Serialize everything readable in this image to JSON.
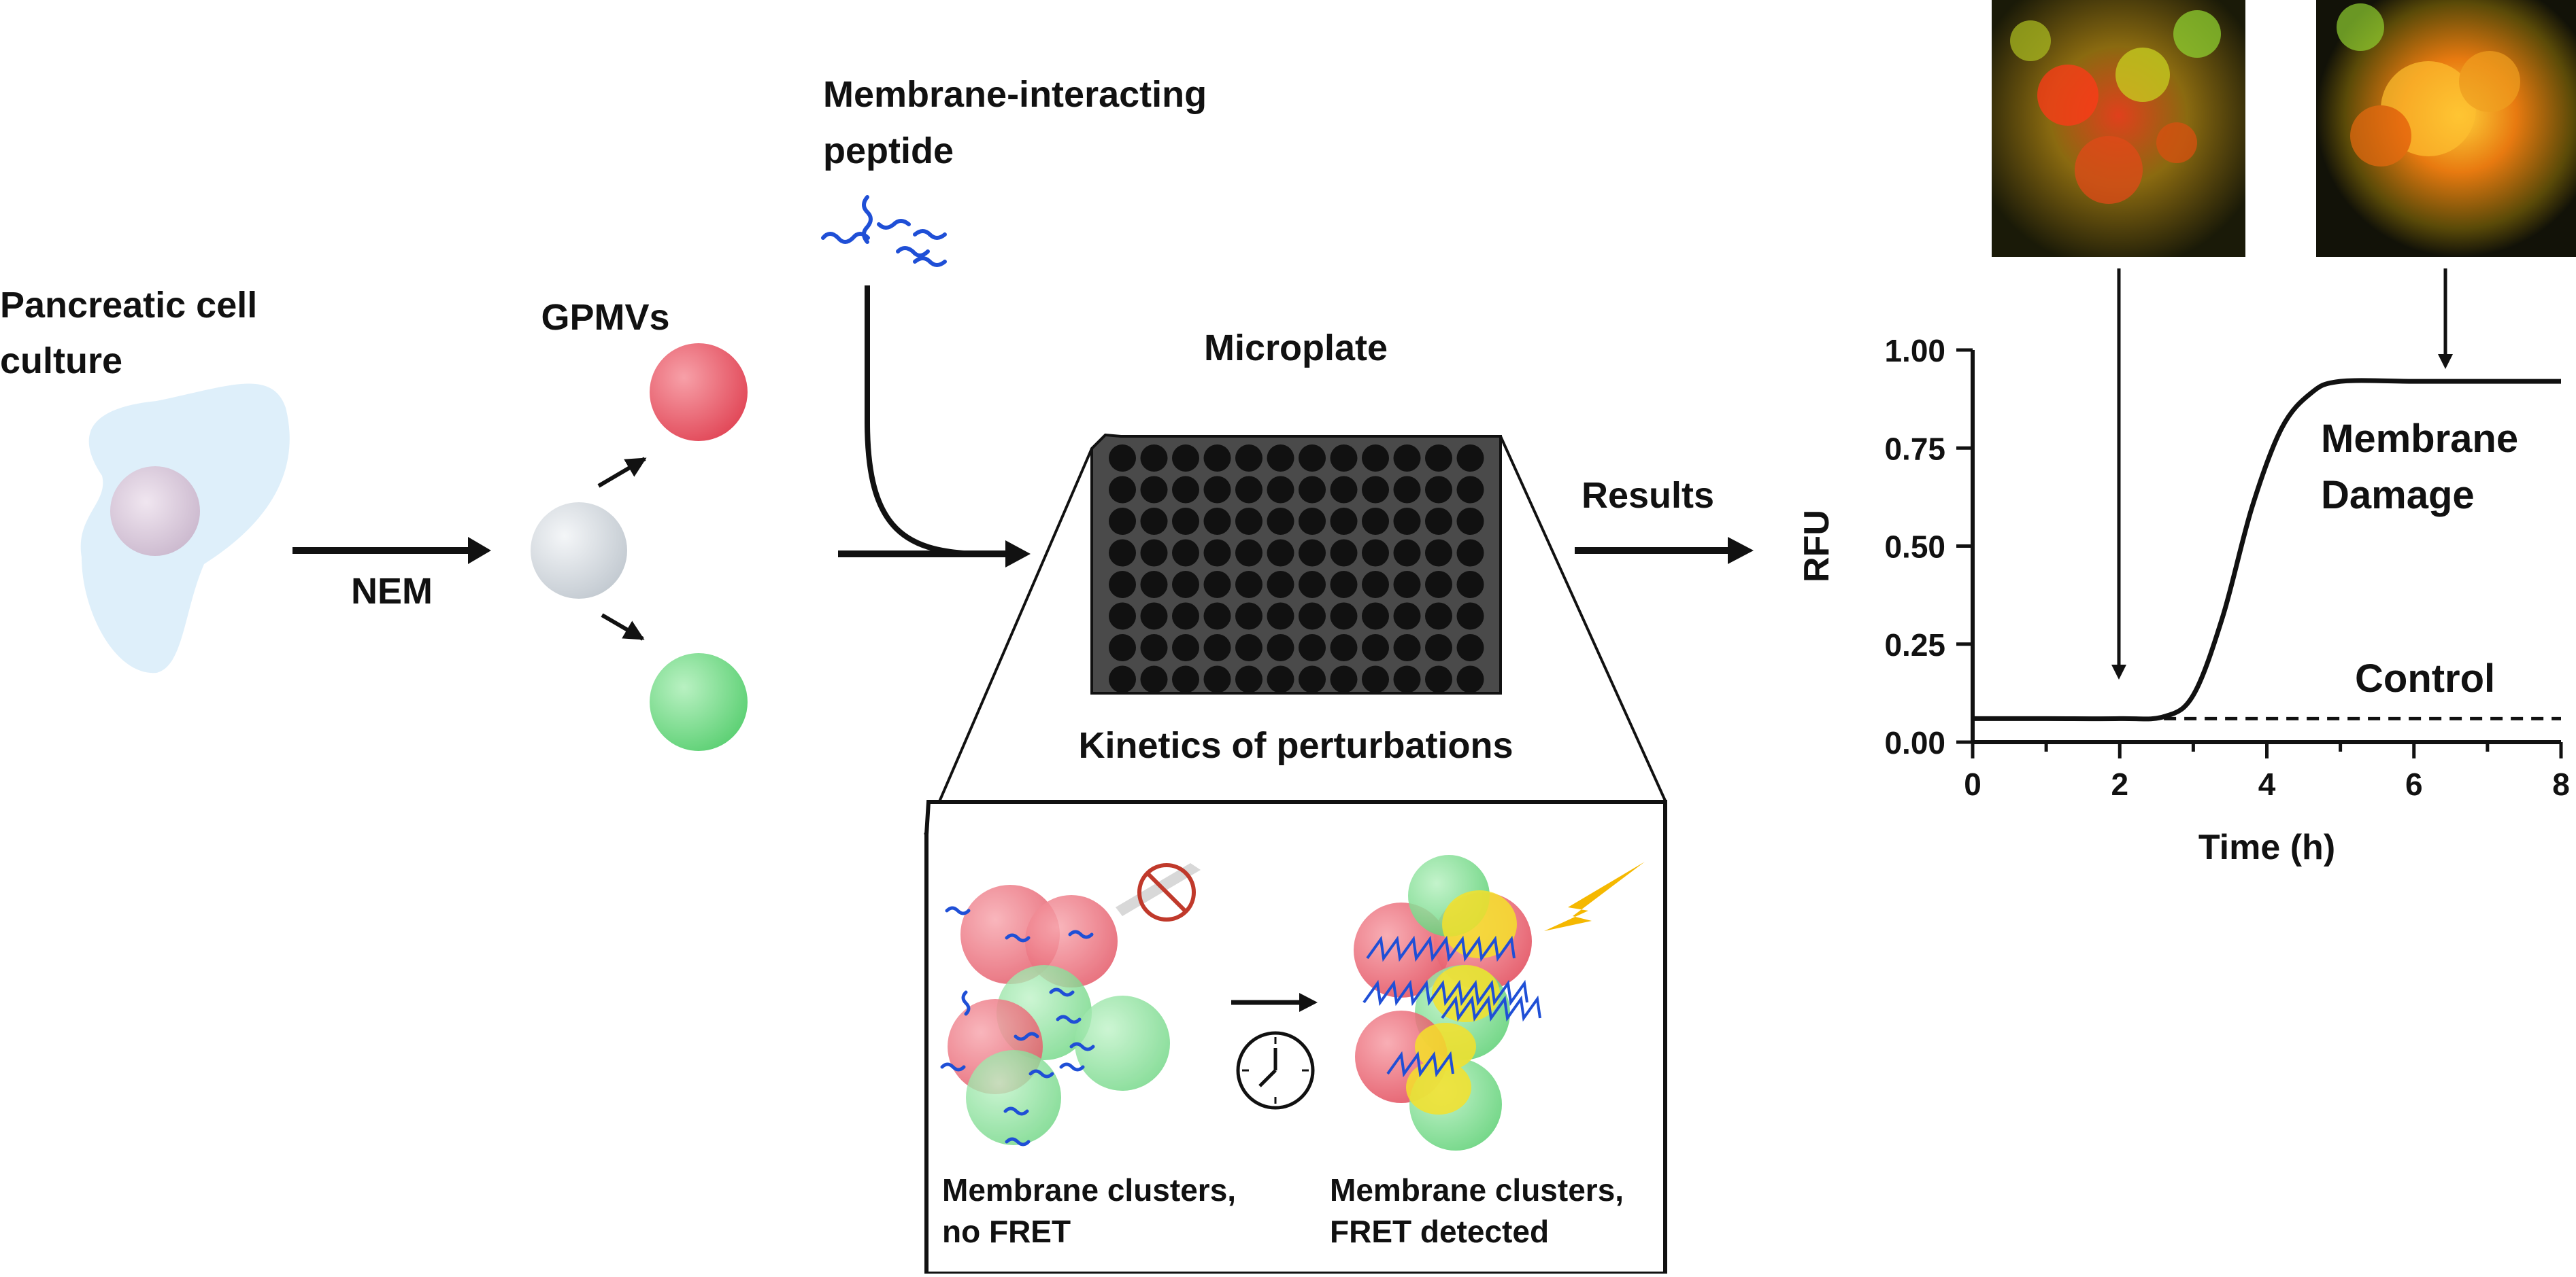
{
  "labels": {
    "cell_culture_line1": "Pancreatic cell",
    "cell_culture_line2": "culture",
    "gpmvs": "GPMVs",
    "nem": "NEM",
    "peptide_line1": "Membrane-interacting",
    "peptide_line2": "peptide",
    "microplate": "Microplate",
    "kinetics": "Kinetics of perturbations",
    "results": "Results",
    "no_fret_line1": "Membrane clusters,",
    "no_fret_line2": "no FRET",
    "fret_line1": "Membrane clusters,",
    "fret_line2": "FRET detected",
    "membrane_damage_line1": "Membrane",
    "membrane_damage_line2": "Damage",
    "control": "Control"
  },
  "colors": {
    "red_vesicle": "#e8606e",
    "green_vesicle": "#7fd88f",
    "peptide_blue": "#1f4fd6",
    "fret_yellow": "#f5e02a",
    "lightning": "#f5b800",
    "plate_dark": "#3a3a3a",
    "well": "#111111"
  },
  "microplate": {
    "rows": 8,
    "columns": 12
  },
  "chart_data": {
    "type": "line",
    "xlabel": "Time (h)",
    "ylabel": "RFU",
    "xlim": [
      0,
      8
    ],
    "ylim": [
      0,
      1.0
    ],
    "x_ticks": [
      "0",
      "2",
      "4",
      "6",
      "8"
    ],
    "y_ticks": [
      "0.00",
      "0.25",
      "0.50",
      "0.75",
      "1.00"
    ],
    "series": [
      {
        "name": "Membrane Damage",
        "style": "solid",
        "x": [
          0,
          1,
          2,
          2.6,
          3.0,
          3.4,
          3.8,
          4.2,
          4.6,
          5.0,
          6,
          7,
          8
        ],
        "y": [
          0.06,
          0.06,
          0.06,
          0.065,
          0.12,
          0.32,
          0.6,
          0.8,
          0.89,
          0.92,
          0.92,
          0.92,
          0.92
        ]
      },
      {
        "name": "Control",
        "style": "dashed",
        "x": [
          2.6,
          8
        ],
        "y": [
          0.06,
          0.06
        ]
      }
    ]
  }
}
